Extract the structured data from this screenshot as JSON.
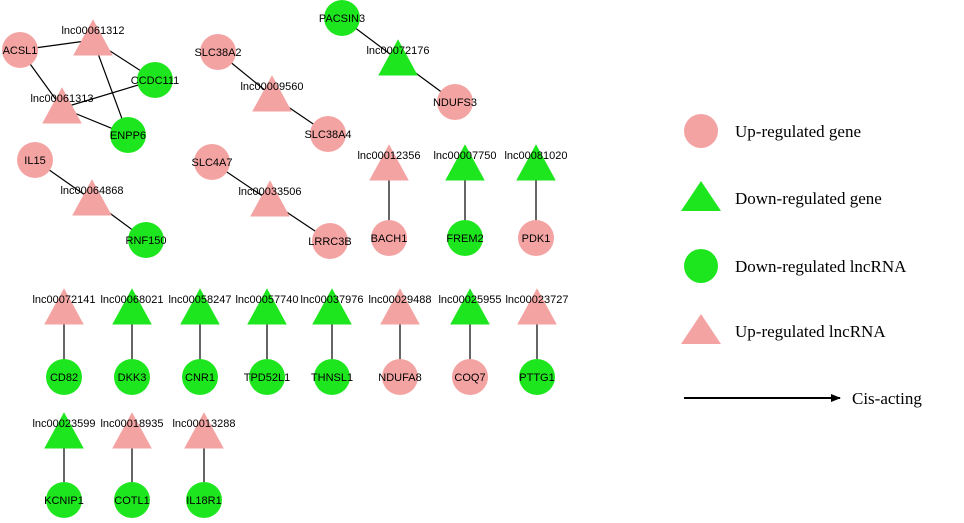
{
  "colors": {
    "up": "#f4a3a3",
    "down": "#1ee61e",
    "edge": "#000000"
  },
  "nodes": [
    {
      "id": "ACSL1",
      "label": "ACSL1",
      "shape": "circle",
      "color": "up"
    },
    {
      "id": "lnc00061312",
      "label": "lnc00061312",
      "shape": "triangle",
      "color": "up"
    },
    {
      "id": "CCDC111",
      "label": "CCDC111",
      "shape": "circle",
      "color": "down"
    },
    {
      "id": "lnc00061313",
      "label": "lnc00061313",
      "shape": "triangle",
      "color": "up"
    },
    {
      "id": "ENPP6",
      "label": "ENPP6",
      "shape": "circle",
      "color": "down"
    },
    {
      "id": "SLC38A2",
      "label": "SLC38A2",
      "shape": "circle",
      "color": "up"
    },
    {
      "id": "lnc00009560",
      "label": "lnc00009560",
      "shape": "triangle",
      "color": "up"
    },
    {
      "id": "SLC38A4",
      "label": "SLC38A4",
      "shape": "circle",
      "color": "up"
    },
    {
      "id": "PACSIN3",
      "label": "PACSIN3",
      "shape": "circle",
      "color": "down"
    },
    {
      "id": "lnc00072176",
      "label": "lnc00072176",
      "shape": "triangle",
      "color": "down"
    },
    {
      "id": "NDUFS3",
      "label": "NDUFS3",
      "shape": "circle",
      "color": "up"
    },
    {
      "id": "IL15",
      "label": "IL15",
      "shape": "circle",
      "color": "up"
    },
    {
      "id": "lnc00064868",
      "label": "lnc00064868",
      "shape": "triangle",
      "color": "up"
    },
    {
      "id": "RNF150",
      "label": "RNF150",
      "shape": "circle",
      "color": "down"
    },
    {
      "id": "SLC4A7",
      "label": "SLC4A7",
      "shape": "circle",
      "color": "up"
    },
    {
      "id": "lnc00033506",
      "label": "lnc00033506",
      "shape": "triangle",
      "color": "up"
    },
    {
      "id": "LRRC3B",
      "label": "LRRC3B",
      "shape": "circle",
      "color": "up"
    },
    {
      "id": "lnc00012356",
      "label": "lnc00012356",
      "shape": "triangle",
      "color": "up"
    },
    {
      "id": "BACH1",
      "label": "BACH1",
      "shape": "circle",
      "color": "up"
    },
    {
      "id": "lnc00007750",
      "label": "lnc00007750",
      "shape": "triangle",
      "color": "down"
    },
    {
      "id": "FREM2",
      "label": "FREM2",
      "shape": "circle",
      "color": "down"
    },
    {
      "id": "lnc00081020",
      "label": "lnc00081020",
      "shape": "triangle",
      "color": "down"
    },
    {
      "id": "PDK1",
      "label": "PDK1",
      "shape": "circle",
      "color": "up"
    },
    {
      "id": "lnc00072141",
      "label": "lnc00072141",
      "shape": "triangle",
      "color": "up"
    },
    {
      "id": "CD82",
      "label": "CD82",
      "shape": "circle",
      "color": "down"
    },
    {
      "id": "lnc00068021",
      "label": "lnc00068021",
      "shape": "triangle",
      "color": "down"
    },
    {
      "id": "DKK3",
      "label": "DKK3",
      "shape": "circle",
      "color": "down"
    },
    {
      "id": "lnc00058247",
      "label": "lnc00058247",
      "shape": "triangle",
      "color": "down"
    },
    {
      "id": "CNR1",
      "label": "CNR1",
      "shape": "circle",
      "color": "down"
    },
    {
      "id": "lnc00057740",
      "label": "lnc00057740",
      "shape": "triangle",
      "color": "down"
    },
    {
      "id": "TPD52L1",
      "label": "TPD52L1",
      "shape": "circle",
      "color": "down"
    },
    {
      "id": "lnc00037976",
      "label": "lnc00037976",
      "shape": "triangle",
      "color": "down"
    },
    {
      "id": "THNSL1",
      "label": "THNSL1",
      "shape": "circle",
      "color": "down"
    },
    {
      "id": "lnc00029488",
      "label": "lnc00029488",
      "shape": "triangle",
      "color": "up"
    },
    {
      "id": "NDUFA8",
      "label": "NDUFA8",
      "shape": "circle",
      "color": "up"
    },
    {
      "id": "lnc00025955",
      "label": "lnc00025955",
      "shape": "triangle",
      "color": "down"
    },
    {
      "id": "COQ7",
      "label": "COQ7",
      "shape": "circle",
      "color": "up"
    },
    {
      "id": "lnc00023727",
      "label": "lnc00023727",
      "shape": "triangle",
      "color": "up"
    },
    {
      "id": "PTTG1",
      "label": "PTTG1",
      "shape": "circle",
      "color": "down"
    },
    {
      "id": "lnc00023599",
      "label": "lnc00023599",
      "shape": "triangle",
      "color": "down"
    },
    {
      "id": "KCNIP1",
      "label": "KCNIP1",
      "shape": "circle",
      "color": "down"
    },
    {
      "id": "lnc00018935",
      "label": "lnc00018935",
      "shape": "triangle",
      "color": "up"
    },
    {
      "id": "COTL1",
      "label": "COTL1",
      "shape": "circle",
      "color": "down"
    },
    {
      "id": "lnc00013288",
      "label": "lnc00013288",
      "shape": "triangle",
      "color": "up"
    },
    {
      "id": "IL18R1",
      "label": "IL18R1",
      "shape": "circle",
      "color": "down"
    }
  ],
  "edges": [
    [
      "ACSL1",
      "lnc00061312"
    ],
    [
      "ACSL1",
      "lnc00061313"
    ],
    [
      "lnc00061312",
      "CCDC111"
    ],
    [
      "lnc00061312",
      "ENPP6"
    ],
    [
      "lnc00061313",
      "CCDC111"
    ],
    [
      "lnc00061313",
      "ENPP6"
    ],
    [
      "SLC38A2",
      "lnc00009560"
    ],
    [
      "lnc00009560",
      "SLC38A4"
    ],
    [
      "PACSIN3",
      "lnc00072176"
    ],
    [
      "lnc00072176",
      "NDUFS3"
    ],
    [
      "IL15",
      "lnc00064868"
    ],
    [
      "lnc00064868",
      "RNF150"
    ],
    [
      "SLC4A7",
      "lnc00033506"
    ],
    [
      "lnc00033506",
      "LRRC3B"
    ],
    [
      "lnc00012356",
      "BACH1"
    ],
    [
      "lnc00007750",
      "FREM2"
    ],
    [
      "lnc00081020",
      "PDK1"
    ],
    [
      "lnc00072141",
      "CD82"
    ],
    [
      "lnc00068021",
      "DKK3"
    ],
    [
      "lnc00058247",
      "CNR1"
    ],
    [
      "lnc00057740",
      "TPD52L1"
    ],
    [
      "lnc00037976",
      "THNSL1"
    ],
    [
      "lnc00029488",
      "NDUFA8"
    ],
    [
      "lnc00025955",
      "COQ7"
    ],
    [
      "lnc00023727",
      "PTTG1"
    ],
    [
      "lnc00023599",
      "KCNIP1"
    ],
    [
      "lnc00018935",
      "COTL1"
    ],
    [
      "lnc00013288",
      "IL18R1"
    ]
  ],
  "legend": [
    {
      "label": "Up-regulated gene",
      "shape": "circle",
      "color": "up"
    },
    {
      "label": "Down-regulated gene",
      "shape": "triangle",
      "color": "down"
    },
    {
      "label": "Down-regulated lncRNA",
      "shape": "circle",
      "color": "down"
    },
    {
      "label": "Up-regulated lncRNA",
      "shape": "triangle",
      "color": "up"
    },
    {
      "label": "Cis-acting",
      "shape": "arrow",
      "color": "edge"
    }
  ]
}
